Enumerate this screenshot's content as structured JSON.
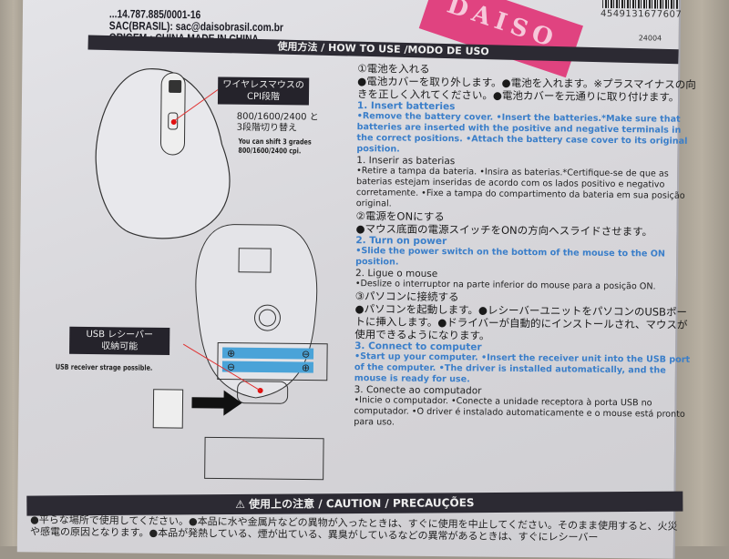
{
  "header": {
    "line1": "...14.787.885/0001-16",
    "line2": "SAC(BRASIL): sac@daisobrasil.com.br",
    "line3": "ORIGEM : CHINA   MADE IN CHINA",
    "barcode_number": "4549131677607",
    "item_code": "24004",
    "sticker_text": "DAISO"
  },
  "how_to_use_bar": "使用方法 / HOW TO USE /MODO DE USO",
  "cpi_label": {
    "title": "ワイヤレスマウスの\nCPI段階",
    "jp": "800/1600/2400 と\n3段階切り替え",
    "en": "You can shift 3 grades\n800/1600/2400 cpi."
  },
  "usb_label": {
    "title": "USB レシーバー\n収納可能",
    "en": "USB receiver strage possible."
  },
  "steps": [
    {
      "jp_title": "①電池を入れる",
      "jp_body": "●電池カバーを取り外します。●電池を入れます。※プラスマイナスの向きを正しく入れてください。●電池カバーを元通りに取り付けます。",
      "en_title": "1. Insert batteries",
      "en_body": "•Remove the battery cover. •Insert the batteries.*Make sure that batteries are inserted with the positive and negative terminals in the correct positions. •Attach the battery case cover to its original position.",
      "pt_title": "1. Inserir as baterias",
      "pt_body": "•Retire a tampa da bateria. •Insira as baterias.*Certifique-se de que as baterias estejam inseridas de acordo com os lados positivo e negativo corretamente. •Fixe a tampa do compartimento da bateria em sua posição original."
    },
    {
      "jp_title": "②電源をONにする",
      "jp_body": "●マウス底面の電源スイッチをONの方向へスライドさせます。",
      "en_title": "2. Turn on power",
      "en_body": "•Slide the power switch on the bottom of the mouse to the ON position.",
      "pt_title": "2. Ligue o mouse",
      "pt_body": "•Deslize o interruptor na parte inferior do mouse para a posição ON."
    },
    {
      "jp_title": "③パソコンに接続する",
      "jp_body": "●パソコンを起動します。●レシーバーユニットをパソコンのUSBポートに挿入します。●ドライバーが自動的にインストールされ、マウスが使用できるようになります。",
      "en_title": "3. Connect to computer",
      "en_body": "•Start up your computer. •Insert the receiver unit into the USB port of the computer. •The driver is installed automatically, and the mouse is ready for use.",
      "pt_title": "3. Conecte ao computador",
      "pt_body": "•Inicie o computador. •Conecte a unidade receptora à porta USB no computador. •O driver é instalado automaticamente e o mouse está pronto para uso."
    }
  ],
  "caution_bar": "⚠ 使用上の注意 / CAUTION / PRECAUÇÕES",
  "caution_text": "●平らな場所で使用してください。●本品に水や金属片などの異物が入ったときは、すぐに使用を中止してください。そのまま使用すると、火災や感電の原因となります。●本品が発熱している、煙が出ている、異臭がしているなどの異常があるときは、すぐにレシーバー"
}
